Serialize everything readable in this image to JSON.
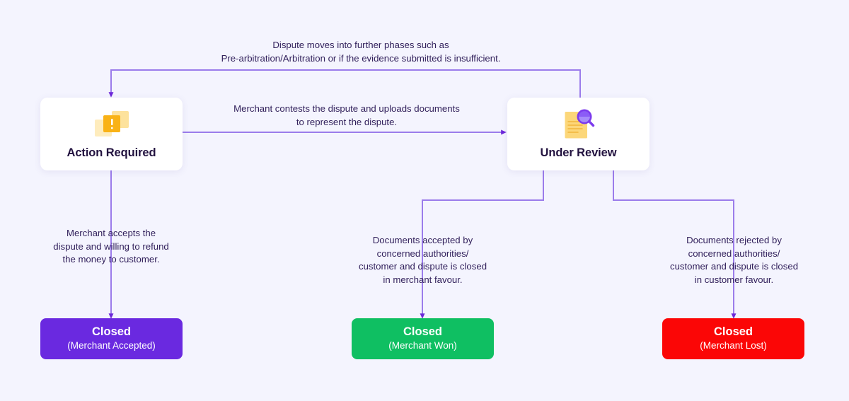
{
  "diagram": {
    "title": "Dispute lifecycle flow",
    "background_color": "#f4f4fe",
    "connector_color": "#9b7ceb"
  },
  "nodes": [
    {
      "id": "action-required",
      "label": "Action Required",
      "icon": "warning-card-icon",
      "icon_color": "#fbbf24",
      "background": "#ffffff"
    },
    {
      "id": "under-review",
      "label": "Under Review",
      "icon": "document-search-icon",
      "icon_color": "#fcd77a",
      "accent_color": "#8b5cf6",
      "background": "#ffffff"
    }
  ],
  "terminals": [
    {
      "id": "closed-merchant-accepted",
      "title": "Closed",
      "subtitle": "(Merchant Accepted)",
      "color": "#6a29e0"
    },
    {
      "id": "closed-merchant-won",
      "title": "Closed",
      "subtitle": "(Merchant Won)",
      "color": "#0fbf62"
    },
    {
      "id": "closed-merchant-lost",
      "title": "Closed",
      "subtitle": "(Merchant Lost)",
      "color": "#fb0606"
    }
  ],
  "edges": [
    {
      "id": "edge-escalation",
      "text": "Dispute moves into further phases such as\nPre-arbitration/Arbitration or if the evidence submitted is insufficient.",
      "from": "under-review",
      "to": "action-required"
    },
    {
      "id": "edge-contest",
      "text": "Merchant contests the dispute and uploads documents\nto represent the dispute.",
      "from": "action-required",
      "to": "under-review"
    },
    {
      "id": "edge-accept-refund",
      "text": "Merchant accepts the\ndispute and willing to refund\nthe money to customer.",
      "from": "action-required",
      "to": "closed-merchant-accepted"
    },
    {
      "id": "edge-docs-accepted",
      "text": "Documents accepted by\nconcerned authorities/\ncustomer and dispute is closed\nin merchant favour.",
      "from": "under-review",
      "to": "closed-merchant-won"
    },
    {
      "id": "edge-docs-rejected",
      "text": "Documents rejected by\nconcerned authorities/\ncustomer and dispute is closed\nin customer favour.",
      "from": "under-review",
      "to": "closed-merchant-lost"
    }
  ]
}
